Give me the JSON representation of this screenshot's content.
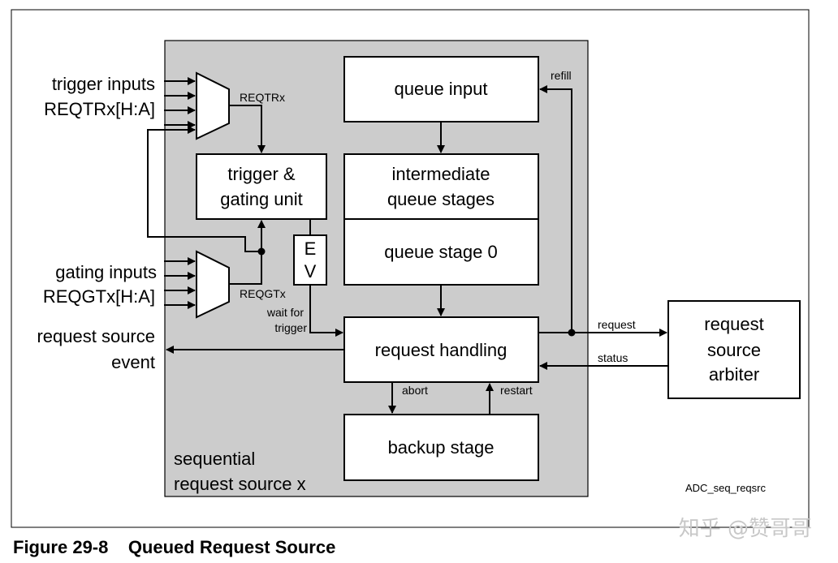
{
  "diagram": {
    "boxes": {
      "queue_input": "queue input",
      "trigger_gating_line1": "trigger &",
      "trigger_gating_line2": "gating unit",
      "intermediate_line1": "intermediate",
      "intermediate_line2": "queue stages",
      "queue_stage0": "queue stage 0",
      "request_handling": "request handling",
      "backup_stage": "backup stage",
      "arbiter_line1": "request",
      "arbiter_line2": "source",
      "arbiter_line3": "arbiter",
      "ev_line1": "E",
      "ev_line2": "V"
    },
    "labels": {
      "trigger_inputs": "trigger inputs",
      "reqtr_bus": "REQTRx[H:A]",
      "gating_inputs": "gating inputs",
      "reqgt_bus": "REQGTx[H:A]",
      "event_line1": "request source",
      "event_line2": "event",
      "reqtrx": "REQTRx",
      "reqgtx": "REQGTx",
      "wait_line1": "wait for",
      "wait_line2": "trigger",
      "refill": "refill",
      "request": "request",
      "status": "status",
      "abort": "abort",
      "restart": "restart",
      "block_line1": "sequential",
      "block_line2": "request source x",
      "file_id": "ADC_seq_reqsrc"
    },
    "caption": "Figure 29-8    Queued Request Source",
    "watermark": "知乎 @赞哥哥"
  },
  "colors": {
    "block_fill": "#cccccc",
    "box_fill": "#ffffff",
    "stroke": "#000000"
  }
}
